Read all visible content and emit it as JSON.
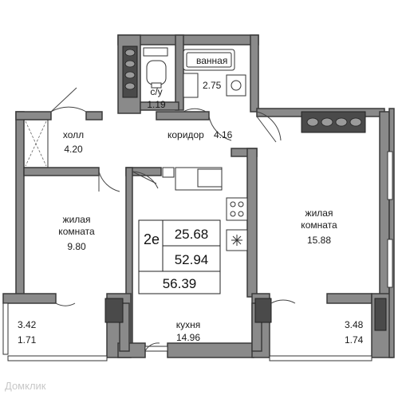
{
  "plan": {
    "rooms": {
      "hall": {
        "name": "холл",
        "area": "4.20"
      },
      "wc": {
        "name": "с/у",
        "area": "1.19"
      },
      "bathroom": {
        "name": "ванная",
        "area": "2.75"
      },
      "corridor": {
        "name": "коридор",
        "area": "4.16"
      },
      "living_left": {
        "name_line1": "жилая",
        "name_line2": "комната",
        "area": "9.80"
      },
      "living_right": {
        "name_line1": "жилая",
        "name_line2": "комната",
        "area": "15.88"
      },
      "kitchen": {
        "name": "кухня",
        "area": "14.96"
      },
      "balcony_left": {
        "area_top": "3.42",
        "area_bottom": "1.71"
      },
      "balcony_right": {
        "area_top": "3.48",
        "area_bottom": "1.74"
      }
    },
    "summary": {
      "type": "2е",
      "living_area": "25.68",
      "total_area": "52.94",
      "total_with_balconies": "56.39"
    }
  },
  "watermark": "Домклик",
  "colors": {
    "wall": "#7f7f7f",
    "wall_dark": "#3c3c3c",
    "line": "#2b2b2b"
  }
}
